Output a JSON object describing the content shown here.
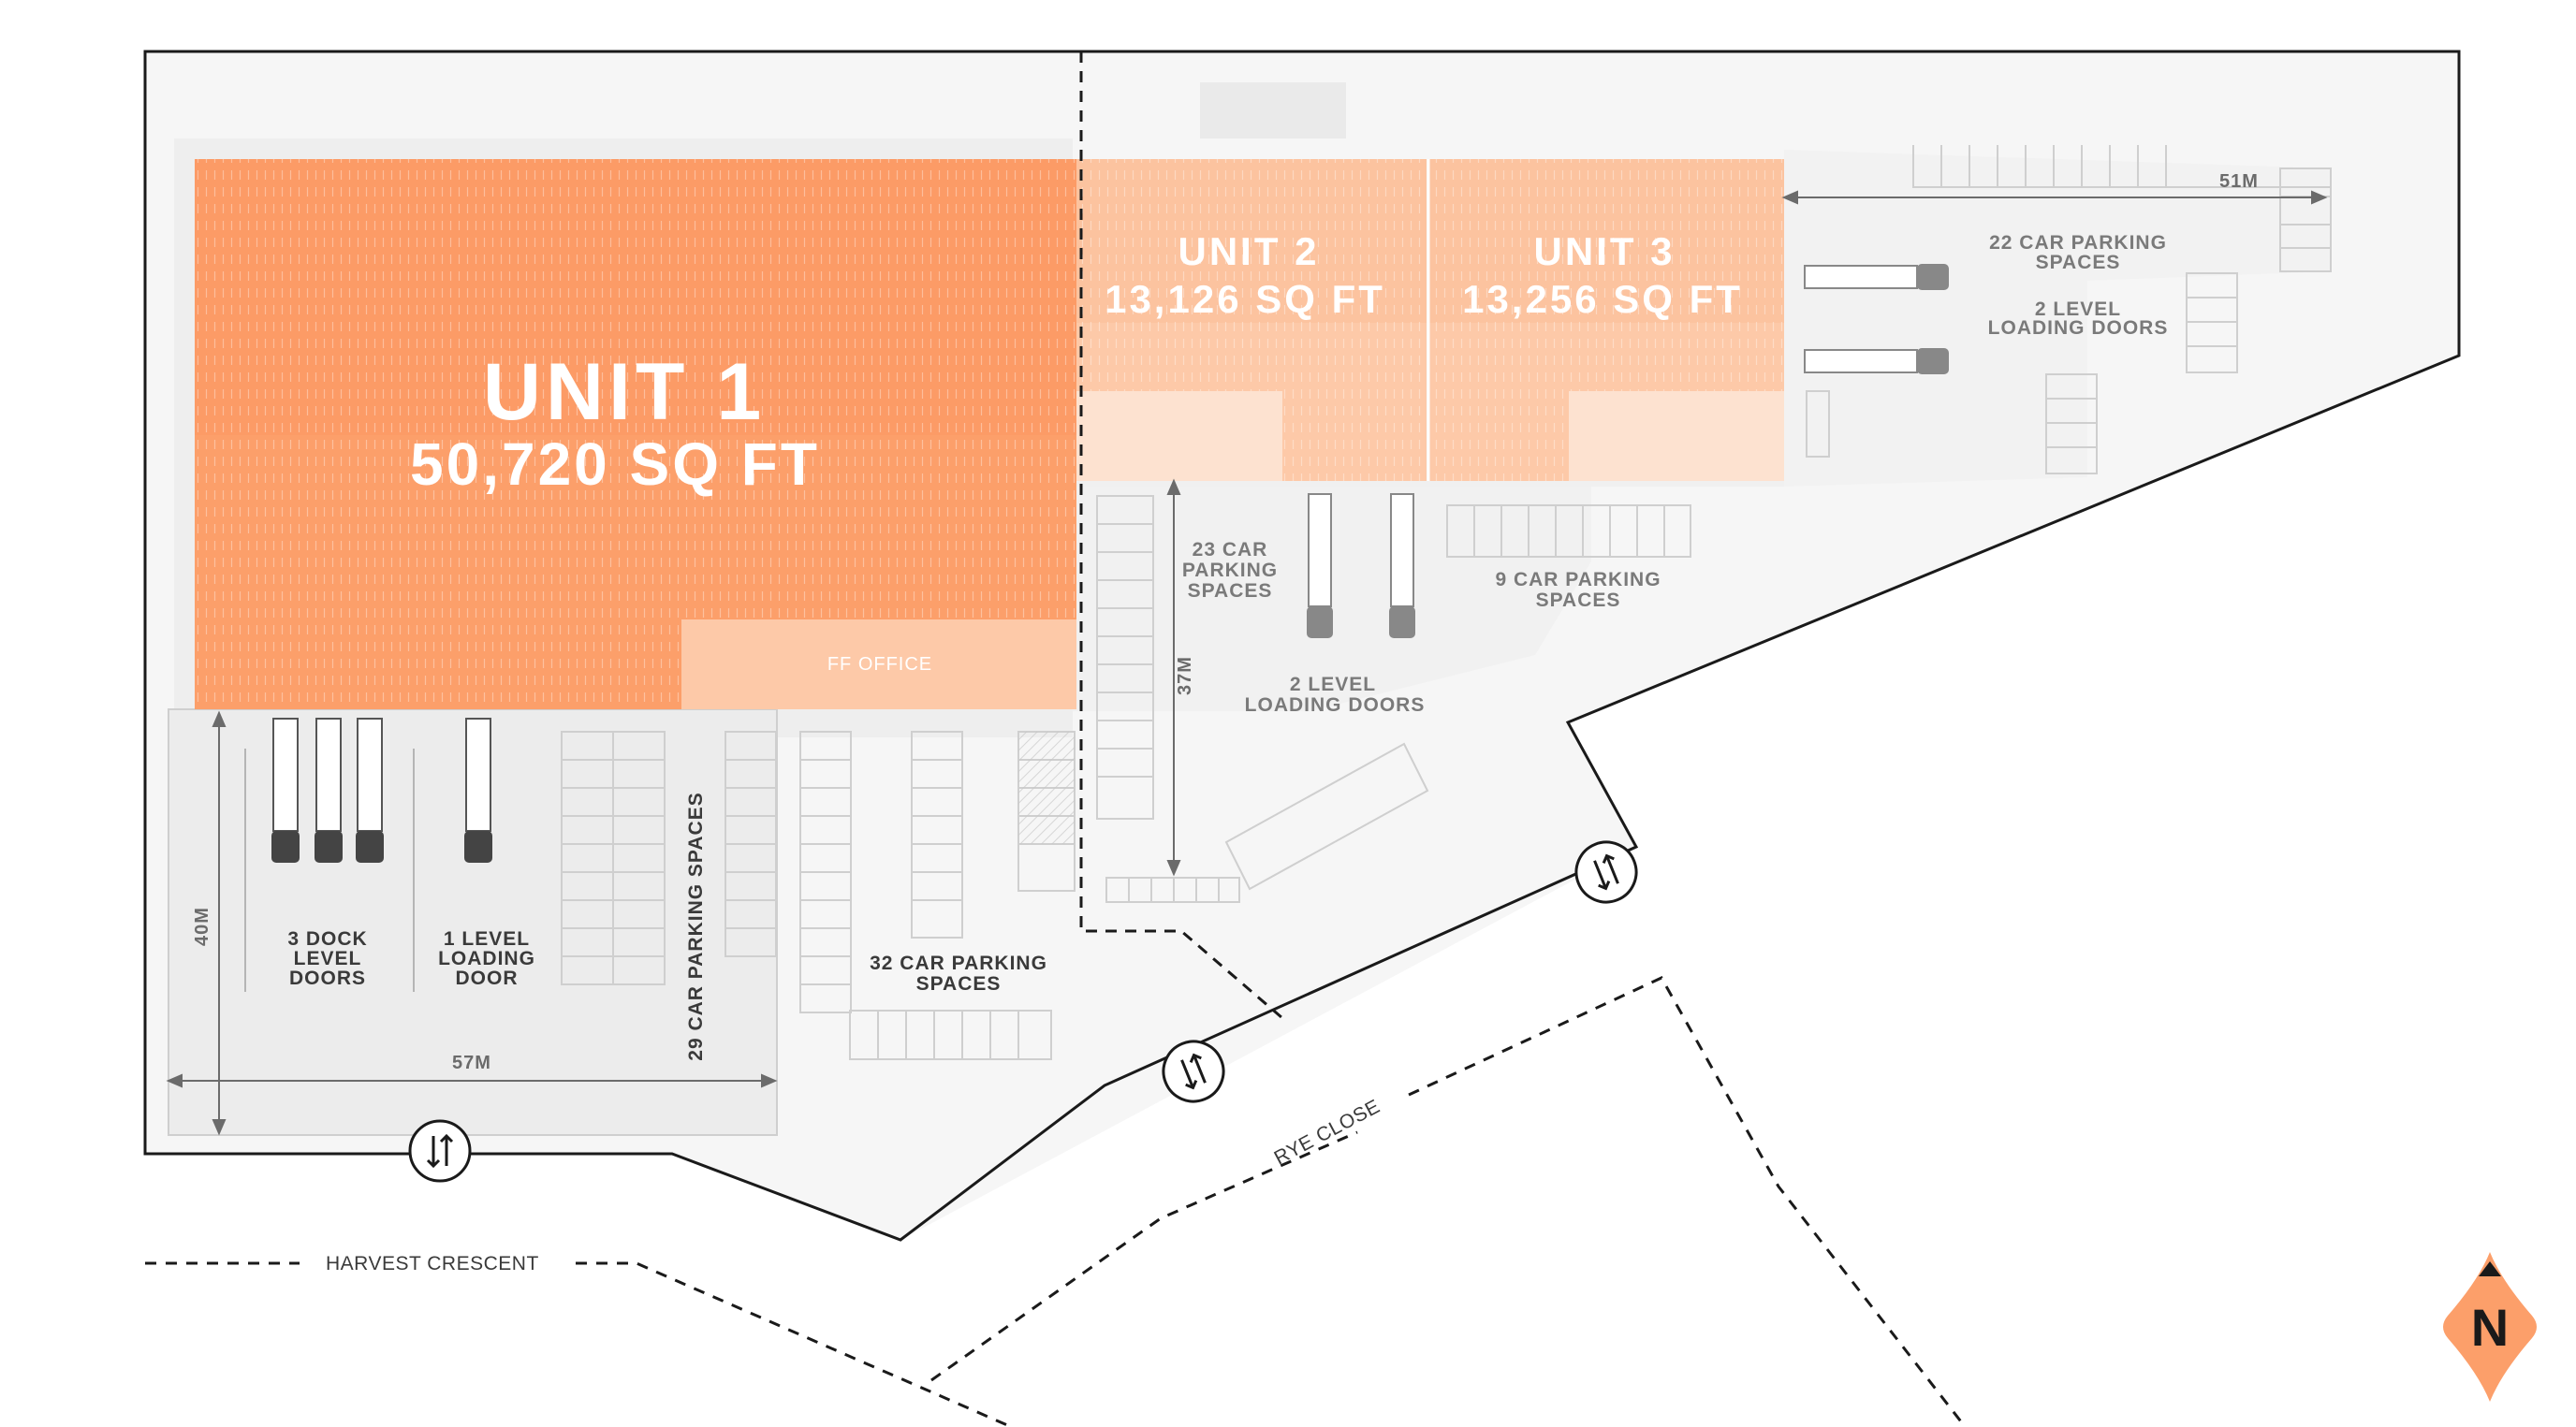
{
  "units": [
    {
      "name": "UNIT 1",
      "area": "50,720 SQ FT",
      "color": "#fc9f6a"
    },
    {
      "name": "UNIT 2",
      "area": "13,126 SQ FT",
      "color": "#fdc9a8"
    },
    {
      "name": "UNIT 3",
      "area": "13,256 SQ FT",
      "color": "#fdc9a8"
    }
  ],
  "office_label": "FF OFFICE",
  "labels": {
    "dock_doors": [
      "3 DOCK",
      "LEVEL",
      "DOORS"
    ],
    "level_door": [
      "1 LEVEL",
      "LOADING",
      "DOOR"
    ],
    "parking_29": "29 CAR PARKING SPACES",
    "parking_32": [
      "32 CAR PARKING",
      "SPACES"
    ],
    "parking_23": [
      "23 CAR",
      "PARKING",
      "SPACES"
    ],
    "parking_9": [
      "9 CAR PARKING",
      "SPACES"
    ],
    "unit2_doors": [
      "2 LEVEL",
      "LOADING DOORS"
    ],
    "parking_22": [
      "22 CAR PARKING",
      "SPACES"
    ],
    "unit3_doors": [
      "2 LEVEL",
      "LOADING DOORS"
    ]
  },
  "dimensions": {
    "depth_unit1": "40M",
    "width_unit1": "57M",
    "depth_unit2": "37M",
    "width_unit3": "51M"
  },
  "roads": {
    "harvest": "HARVEST CRESCENT",
    "rye": "RYE CLOSE"
  },
  "compass": {
    "letter": "N",
    "color": "#fc9f6a"
  },
  "colors": {
    "accent": "#fc9f6a",
    "accent_light": "#fdc9a8",
    "site": "#f5f5f5",
    "yard": "#ececec"
  }
}
